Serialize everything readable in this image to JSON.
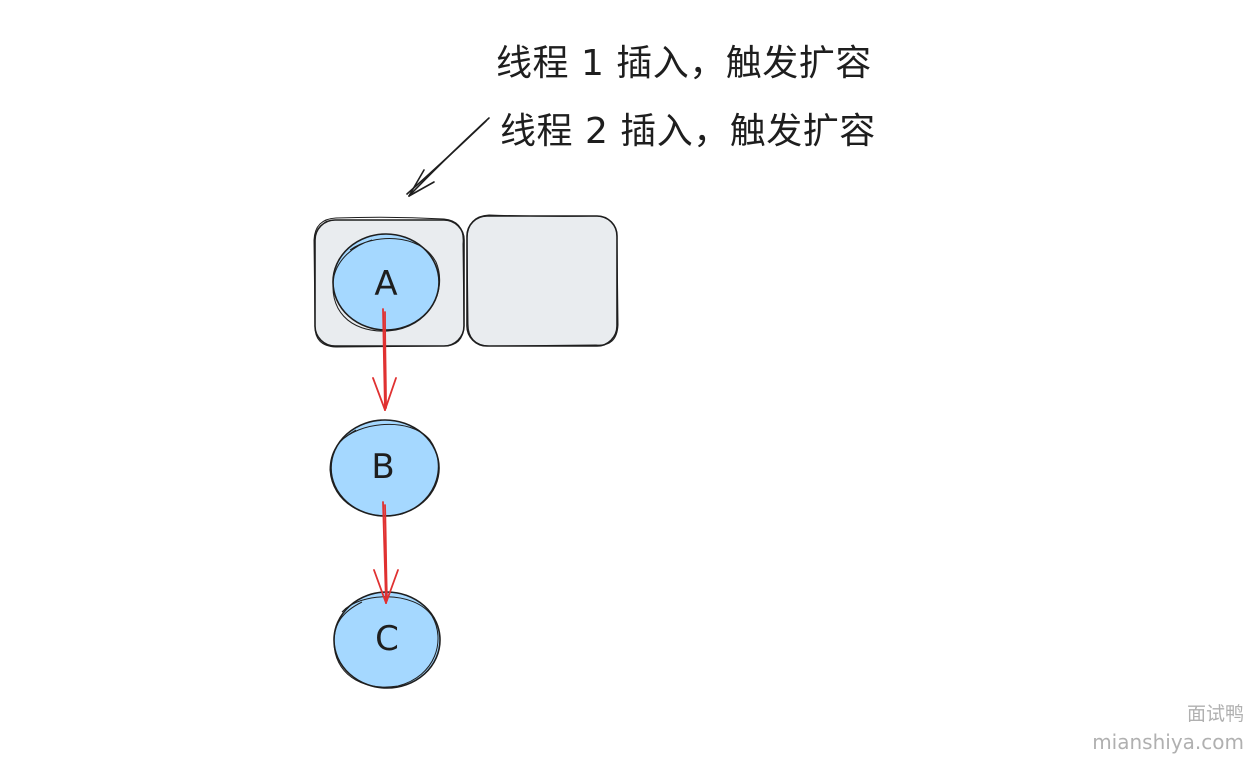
{
  "annotations": {
    "line1": "线程 1 插入，触发扩容",
    "line2": "线程 2 插入，触发扩容"
  },
  "nodes": {
    "a": "A",
    "b": "B",
    "c": "C"
  },
  "watermark": {
    "brand": "面试鸭",
    "site": "mianshiya.com"
  },
  "colors": {
    "bucket_fill": "#e9ecef",
    "node_fill": "#a5d8ff",
    "stroke": "#1e1e1e",
    "link_arrow": "#e03131",
    "watermark": "#b0b0b0"
  }
}
